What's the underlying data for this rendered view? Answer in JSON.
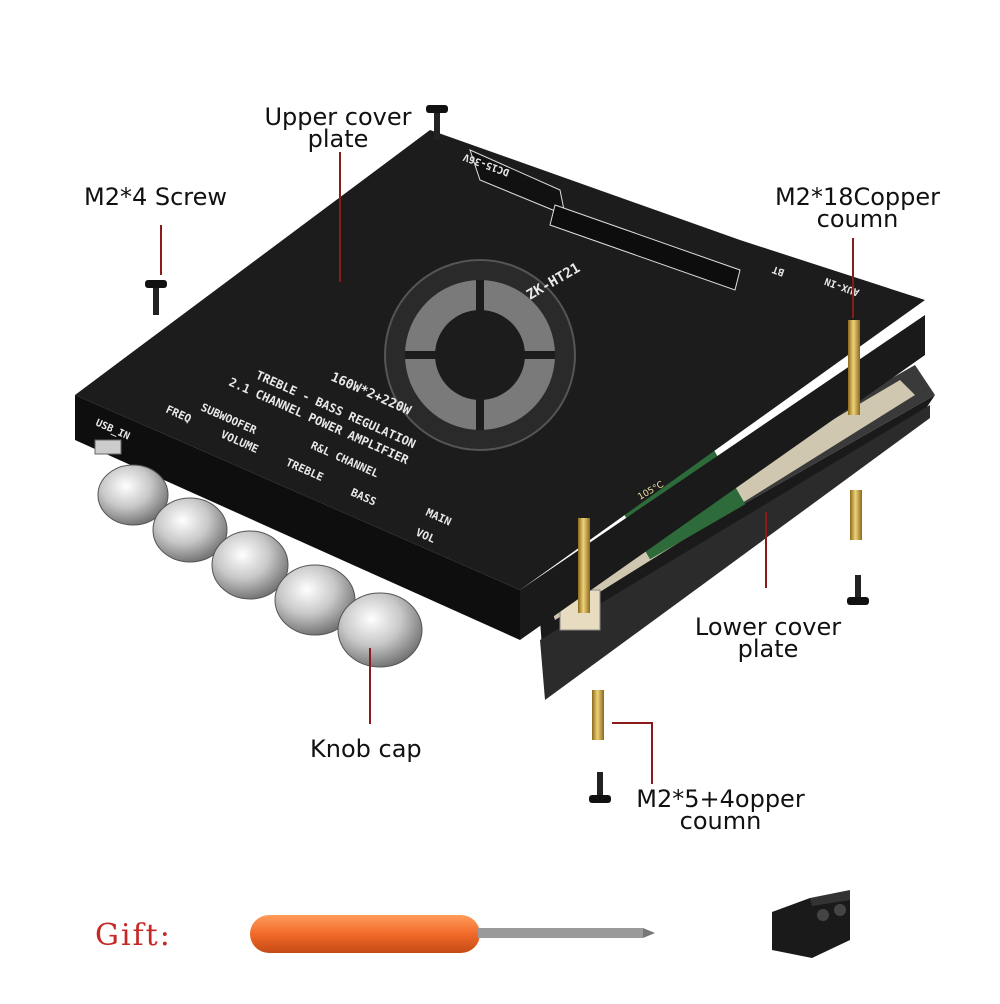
{
  "labels": {
    "upper_cover": [
      "Upper cover",
      "plate"
    ],
    "m2x4_screw": "M2*4 Screw",
    "m2x18_copper": [
      "M2*18Copper",
      "coumn"
    ],
    "lower_cover": [
      "Lower cover",
      "plate"
    ],
    "knob_cap": "Knob cap",
    "m2x5_copper": [
      "M2*5+4opper",
      "coumn"
    ],
    "gift": "Gift:"
  },
  "board": {
    "model": "ZK-HT21",
    "power_rating": "160W*2+220W",
    "line1": "TREBLE - BASS REGULATION",
    "line2": "2.1 CHANNEL POWER AMPLIFIER",
    "subwoofer_badge": "SUBWOOFER",
    "freq": "FREQ",
    "volume": "VOLUME",
    "rl_badge": "R&L CHANNEL",
    "treble": "TREBLE",
    "bass": "BASS",
    "main_badge": "MAIN",
    "vol": "VOL",
    "usb_in": "USB_IN",
    "dc_input": "DC15-36V",
    "bt": "BT",
    "aux_in": "AUX-IN",
    "cap_text": "105°C"
  },
  "colors": {
    "board": "#1c1c1c",
    "leader_line": "#8b1a1a",
    "gift_text": "#c62828",
    "screwdriver_handle": "#f26a2a",
    "brass": "#c9a23c"
  }
}
